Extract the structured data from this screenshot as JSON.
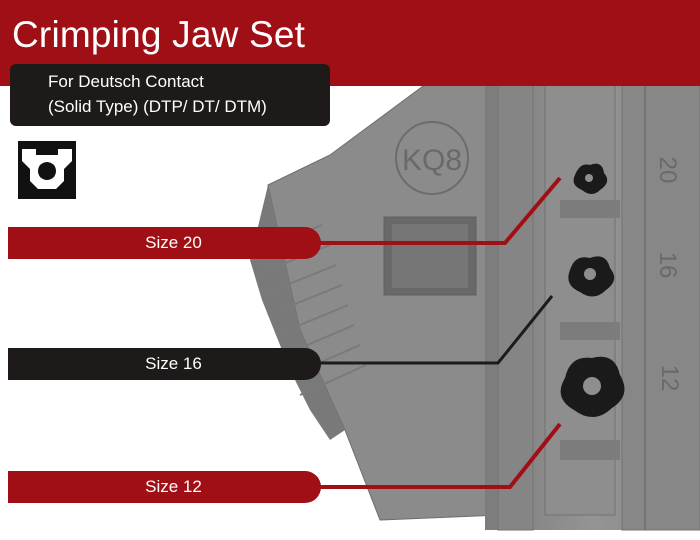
{
  "title": "Crimping Jaw Set",
  "subtitle": {
    "line1": "For Deutsch Contact",
    "line2": "(Solid Type) (DTP/ DT/ DTM)"
  },
  "jaw_marking": "KQ8",
  "die_numbers": [
    "20",
    "16",
    "12"
  ],
  "size_labels": {
    "size_20": "Size 20",
    "size_16": "Size 16",
    "size_12": "Size 12"
  },
  "colors": {
    "brand_red": "#a10f16",
    "dark": "#1e1a1a",
    "steel": "#8f8e8e"
  },
  "icons": {
    "profile_icon": "crimp-profile-icon"
  }
}
